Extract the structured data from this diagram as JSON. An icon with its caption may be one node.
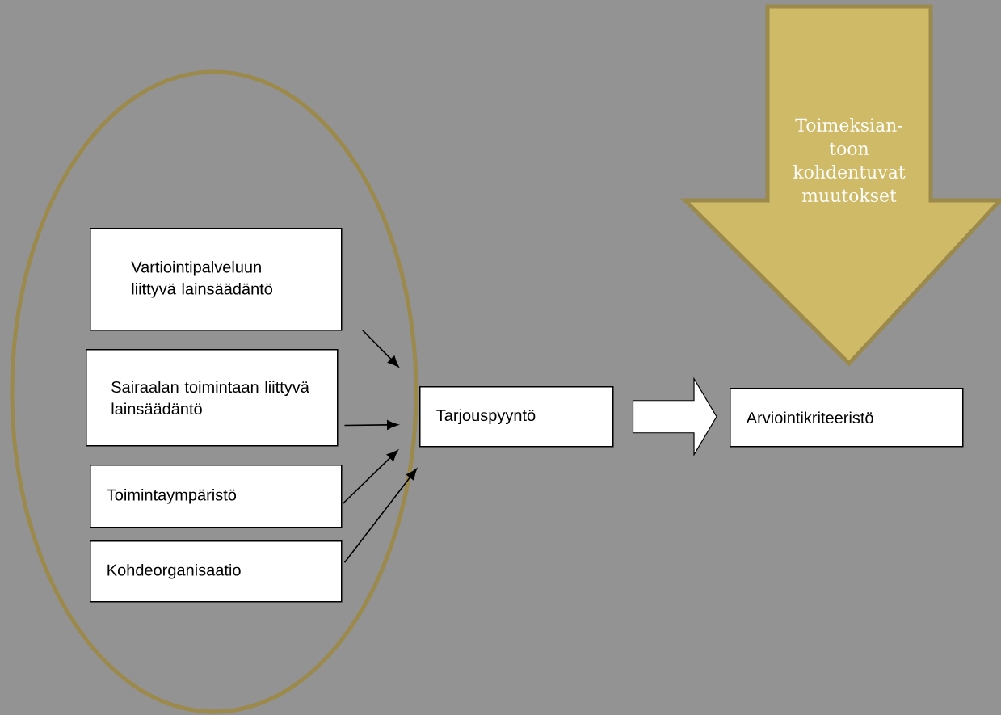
{
  "diagram": {
    "nodes": [
      {
        "text": [],
        "shape": "ellipse"
      },
      {
        "text": [
          "Vartiointipalveluun liittyvä lainsäädäntö"
        ],
        "in": 0
      },
      {
        "text": [
          "Sairaalan toimintaan liittyvä lainsäädäntö"
        ],
        "in": 0
      },
      {
        "text": [
          "Toimintaympäristö"
        ],
        "in": 0
      },
      {
        "text": [
          "Kohdeorganisaatio"
        ],
        "in": 0
      },
      {
        "text": [
          "Tarjouspyyntö"
        ]
      },
      {
        "text": [
          "Arviointikriteeristö"
        ]
      },
      {
        "text": [
          "Toimeksian-toon kohdentuvat muutokset"
        ]
      }
    ],
    "edges": [
      {
        "from": 1,
        "to": 5,
        "arrow": "to"
      },
      {
        "from": 2,
        "to": 5,
        "arrow": "to"
      },
      {
        "from": 3,
        "to": 5,
        "arrow": "to"
      },
      {
        "from": 4,
        "to": 5,
        "arrow": "to"
      },
      {
        "from": 5,
        "to": 6,
        "arrow": "to",
        "style": "thick"
      }
    ]
  }
}
